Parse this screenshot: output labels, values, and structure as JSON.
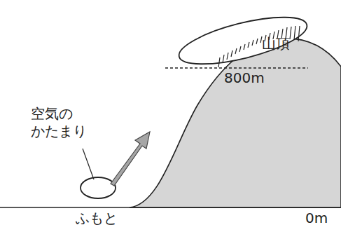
{
  "diagram": {
    "labels": [
      "空気の かたまり",
      "ふもと",
      "山頂",
      "800m",
      "0m"
    ]
  }
}
